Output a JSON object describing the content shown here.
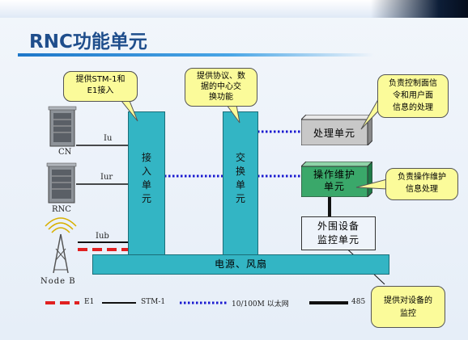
{
  "title": "RNC功能单元",
  "units": {
    "access": [
      "接",
      "入",
      "单",
      "元"
    ],
    "switch": [
      "交",
      "换",
      "单",
      "元"
    ],
    "processing": "处理单元",
    "om": [
      "操作维护",
      "单元"
    ],
    "peripheral": [
      "外围设备",
      "监控单元"
    ],
    "power": "电源、风扇"
  },
  "callouts": {
    "stm": [
      "提供STM-1和",
      "E1接入"
    ],
    "protocol": [
      "提供协议、数",
      "据的中心交",
      "换功能"
    ],
    "control": [
      "负责控制面信",
      "令和用户面",
      "信息的处理"
    ],
    "om": [
      "负责操作维护",
      "信息处理"
    ],
    "monitor": [
      "提供对设备的",
      "监控"
    ]
  },
  "devices": {
    "cn": "CN",
    "rnc": "RNC",
    "nodeb": "Node B"
  },
  "interfaces": {
    "iu": "Iu",
    "iur": "Iur",
    "iub": "Iub"
  },
  "legend": {
    "e1": "E1",
    "stm1": "STM-1",
    "ethernet": "10/100M 以太网",
    "rs485": "485"
  },
  "colors": {
    "title": "#1f4e8c",
    "unit_fill": "#33b5c4",
    "callout_fill": "#fbfb9a",
    "e1_line": "#e02020",
    "ethernet_line": "#1a1ad0",
    "box_processing": "#c8c8c8",
    "box_om": "#3aa86a"
  }
}
